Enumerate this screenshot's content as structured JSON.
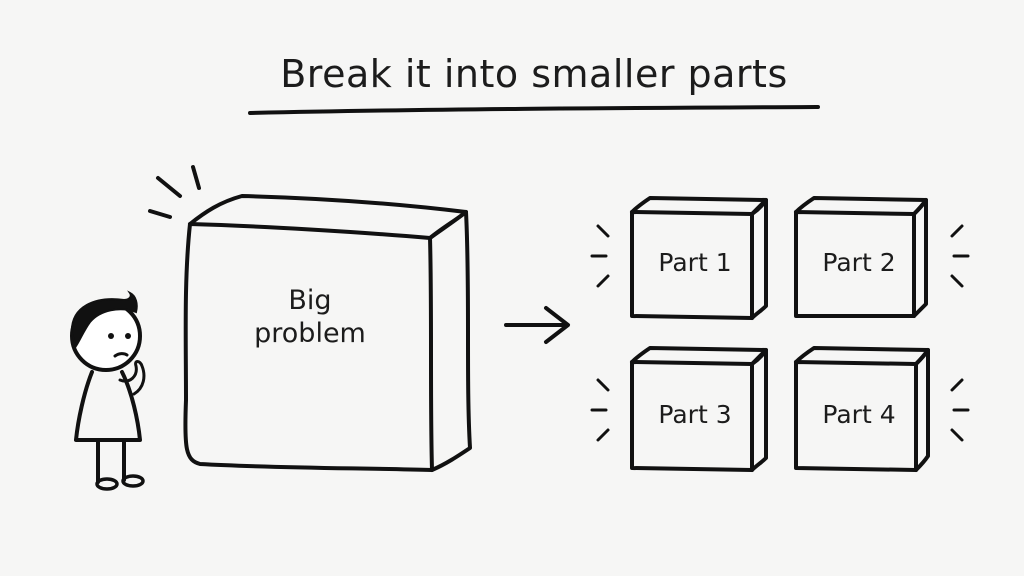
{
  "title": "Break it into smaller parts",
  "big_box": {
    "label_line1": "Big",
    "label_line2": "problem"
  },
  "parts": [
    {
      "label": "Part 1"
    },
    {
      "label": "Part 2"
    },
    {
      "label": "Part 3"
    },
    {
      "label": "Part 4"
    }
  ],
  "colors": {
    "ink": "#111111",
    "background": "#f6f6f5",
    "hair": "#111111"
  }
}
